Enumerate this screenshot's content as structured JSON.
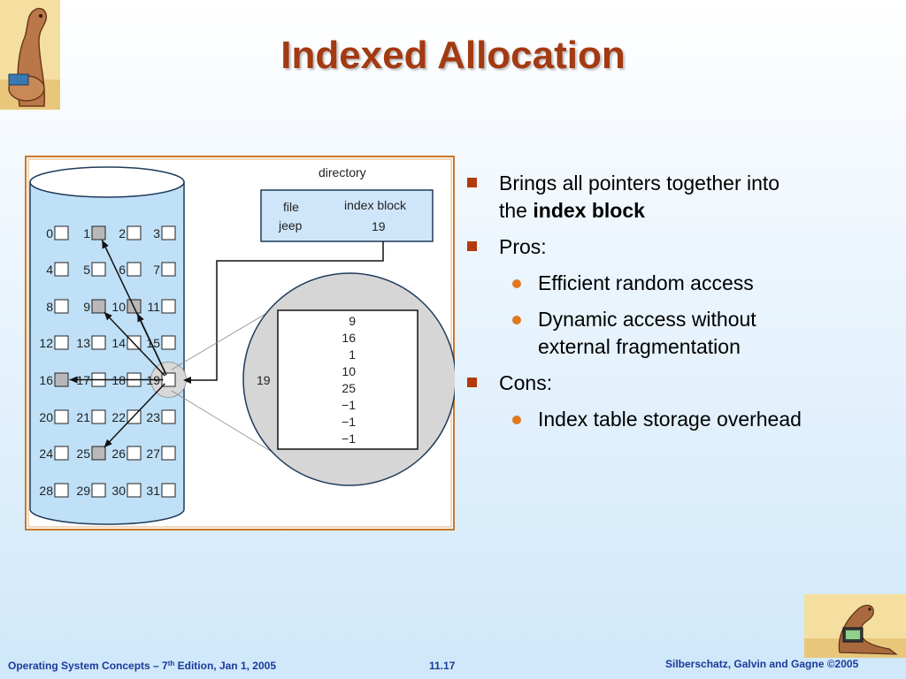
{
  "title": "Indexed Allocation",
  "figure": {
    "directory_label": "directory",
    "col_file": "file",
    "col_index_block": "index block",
    "file_name": "jeep",
    "index_block_number": "19",
    "index_block_side_label": "19",
    "index_entries": [
      "9",
      "16",
      "1",
      "10",
      "25",
      "−1",
      "−1",
      "−1"
    ],
    "disk_blocks": [
      "0",
      "1",
      "2",
      "3",
      "4",
      "5",
      "6",
      "7",
      "8",
      "9",
      "10",
      "11",
      "12",
      "13",
      "14",
      "15",
      "16",
      "17",
      "18",
      "19",
      "20",
      "21",
      "22",
      "23",
      "24",
      "25",
      "26",
      "27",
      "28",
      "29",
      "30",
      "31"
    ],
    "used_blocks": [
      1,
      9,
      10,
      16,
      25
    ],
    "index_block_highlight": 19
  },
  "bullets": {
    "b1_text": "Brings all pointers together into the ",
    "b1_bold": "index block",
    "b2_text": "Pros:",
    "b2_sub1": "Efficient random access",
    "b2_sub2": "Dynamic access without external fragmentation",
    "b3_text": "Cons:",
    "b3_sub1": "Index table storage overhead"
  },
  "footer": {
    "left_pre": "Operating System Concepts – 7",
    "left_sup": "th",
    "left_post": " Edition, Jan 1, 2005",
    "middle": "11.17",
    "right": "Silberschatz, Galvin and Gagne ©2005"
  },
  "colors": {
    "title": "#a33a12",
    "bullet_square": "#b23a0c",
    "bullet_dot": "#e07820",
    "footer": "#1a3a9a",
    "disk": "#bfe0f7",
    "figure_border": "#c8782a"
  }
}
